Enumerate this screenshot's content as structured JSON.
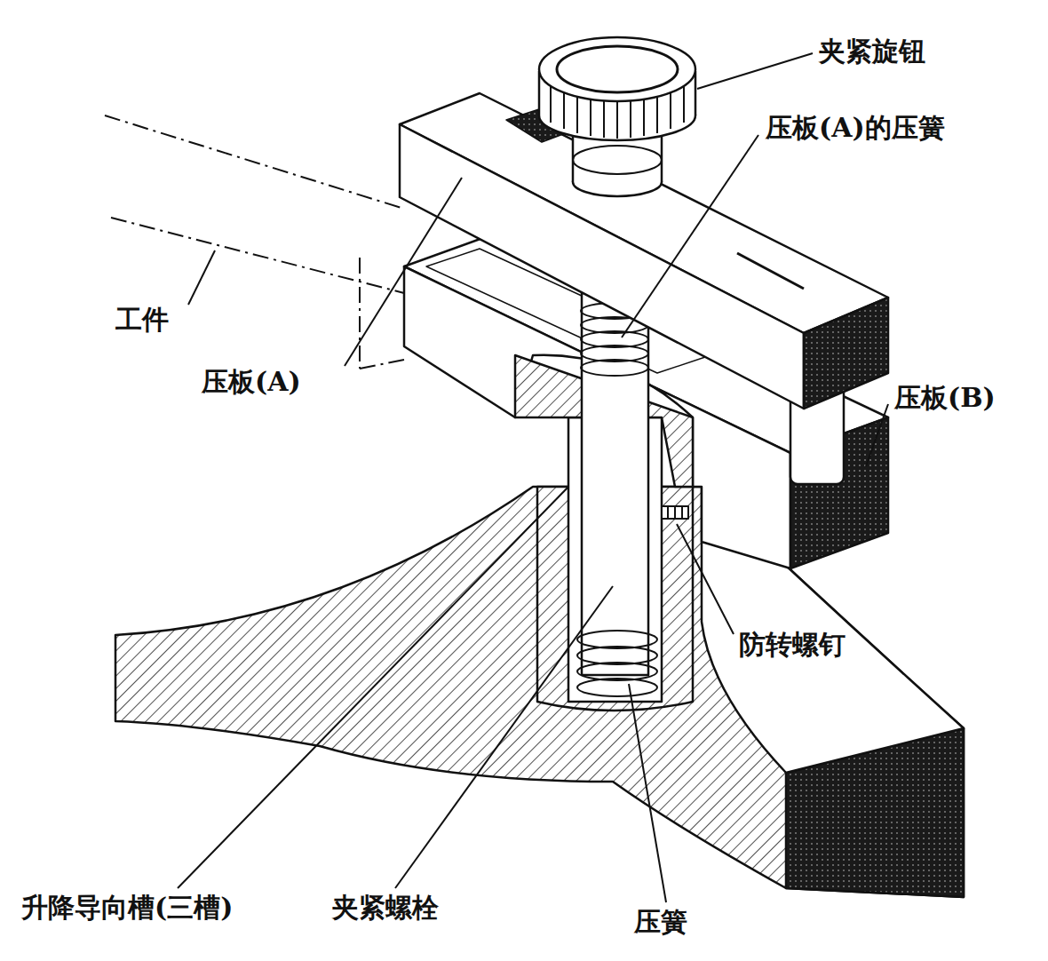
{
  "diagram": {
    "labels": [
      "夹紧旋钮",
      "压板(A)的压簧",
      "工件",
      "压板(A)",
      "压板(B)",
      "防转螺钉",
      "升降导向槽(三槽)",
      "夹紧螺栓",
      "压簧"
    ]
  }
}
